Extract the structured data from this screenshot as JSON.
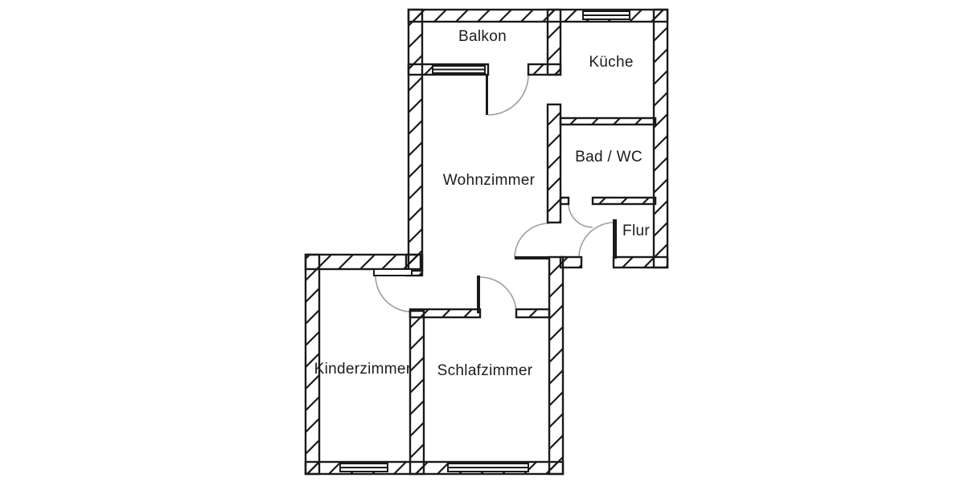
{
  "rooms": [
    {
      "name": "Balkon"
    },
    {
      "name": "Küche"
    },
    {
      "name": "Bad / WC"
    },
    {
      "name": "Flur"
    },
    {
      "name": "Wohnzimmer"
    },
    {
      "name": "Kinderzimmer"
    },
    {
      "name": "Schlafzimmer"
    }
  ],
  "colors": {
    "wall_line": "#1a1a1a",
    "door_arc": "#9e9e9e",
    "background": "#ffffff"
  }
}
